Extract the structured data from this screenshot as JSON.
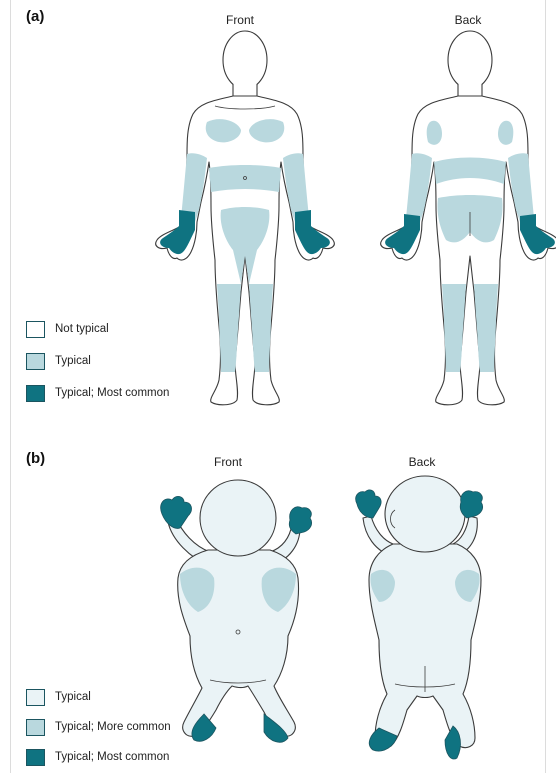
{
  "colors": {
    "outline": "#3b3b3b",
    "skin": "#ffffff",
    "infant_base": "#eaf3f6",
    "typical": "#b9d8de",
    "most_common": "#0f7381"
  },
  "panel_a": {
    "label": "(a)",
    "front_label": "Front",
    "back_label": "Back",
    "legend": [
      {
        "label": "Not typical",
        "color": "#ffffff"
      },
      {
        "label": "Typical",
        "color": "#b9d8de"
      },
      {
        "label": "Typical; Most common",
        "color": "#0f7381"
      }
    ]
  },
  "panel_b": {
    "label": "(b)",
    "front_label": "Front",
    "back_label": "Back",
    "legend": [
      {
        "label": "Typical",
        "color": "#eaf3f6"
      },
      {
        "label": "Typical; More common",
        "color": "#b9d8de"
      },
      {
        "label": "Typical; Most common",
        "color": "#0f7381"
      }
    ]
  }
}
